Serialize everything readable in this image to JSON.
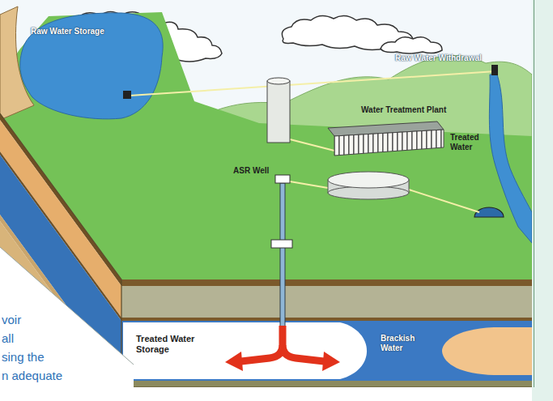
{
  "diagram": {
    "labels": [
      "Raw Water Storage",
      "Raw Water Withdrawal",
      "Water Treatment Plant",
      "Treated Water",
      "ASR Well",
      "Treated Water Storage",
      "Brackish Water",
      "voir",
      "all",
      "sing the",
      "n adequate"
    ]
  }
}
